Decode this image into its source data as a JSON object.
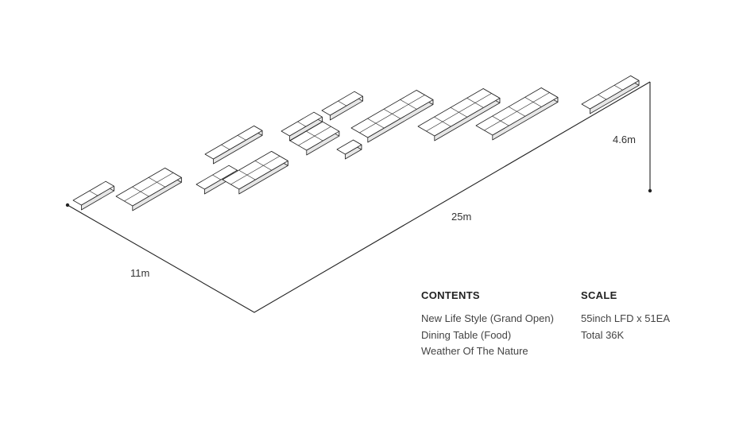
{
  "dimensions": {
    "depth": "11m",
    "width": "25m",
    "height": "4.6m"
  },
  "contents": {
    "heading": "CONTENTS",
    "items": [
      "New Life Style (Grand Open)",
      "Dining Table (Food)",
      "Weather Of The Nature"
    ]
  },
  "scale": {
    "heading": "SCALE",
    "items": [
      "55inch LFD x 51EA",
      "Total 36K"
    ]
  },
  "colors": {
    "line": "#222222",
    "panel_top": "#ffffff",
    "panel_side": "#e6e6e6"
  }
}
